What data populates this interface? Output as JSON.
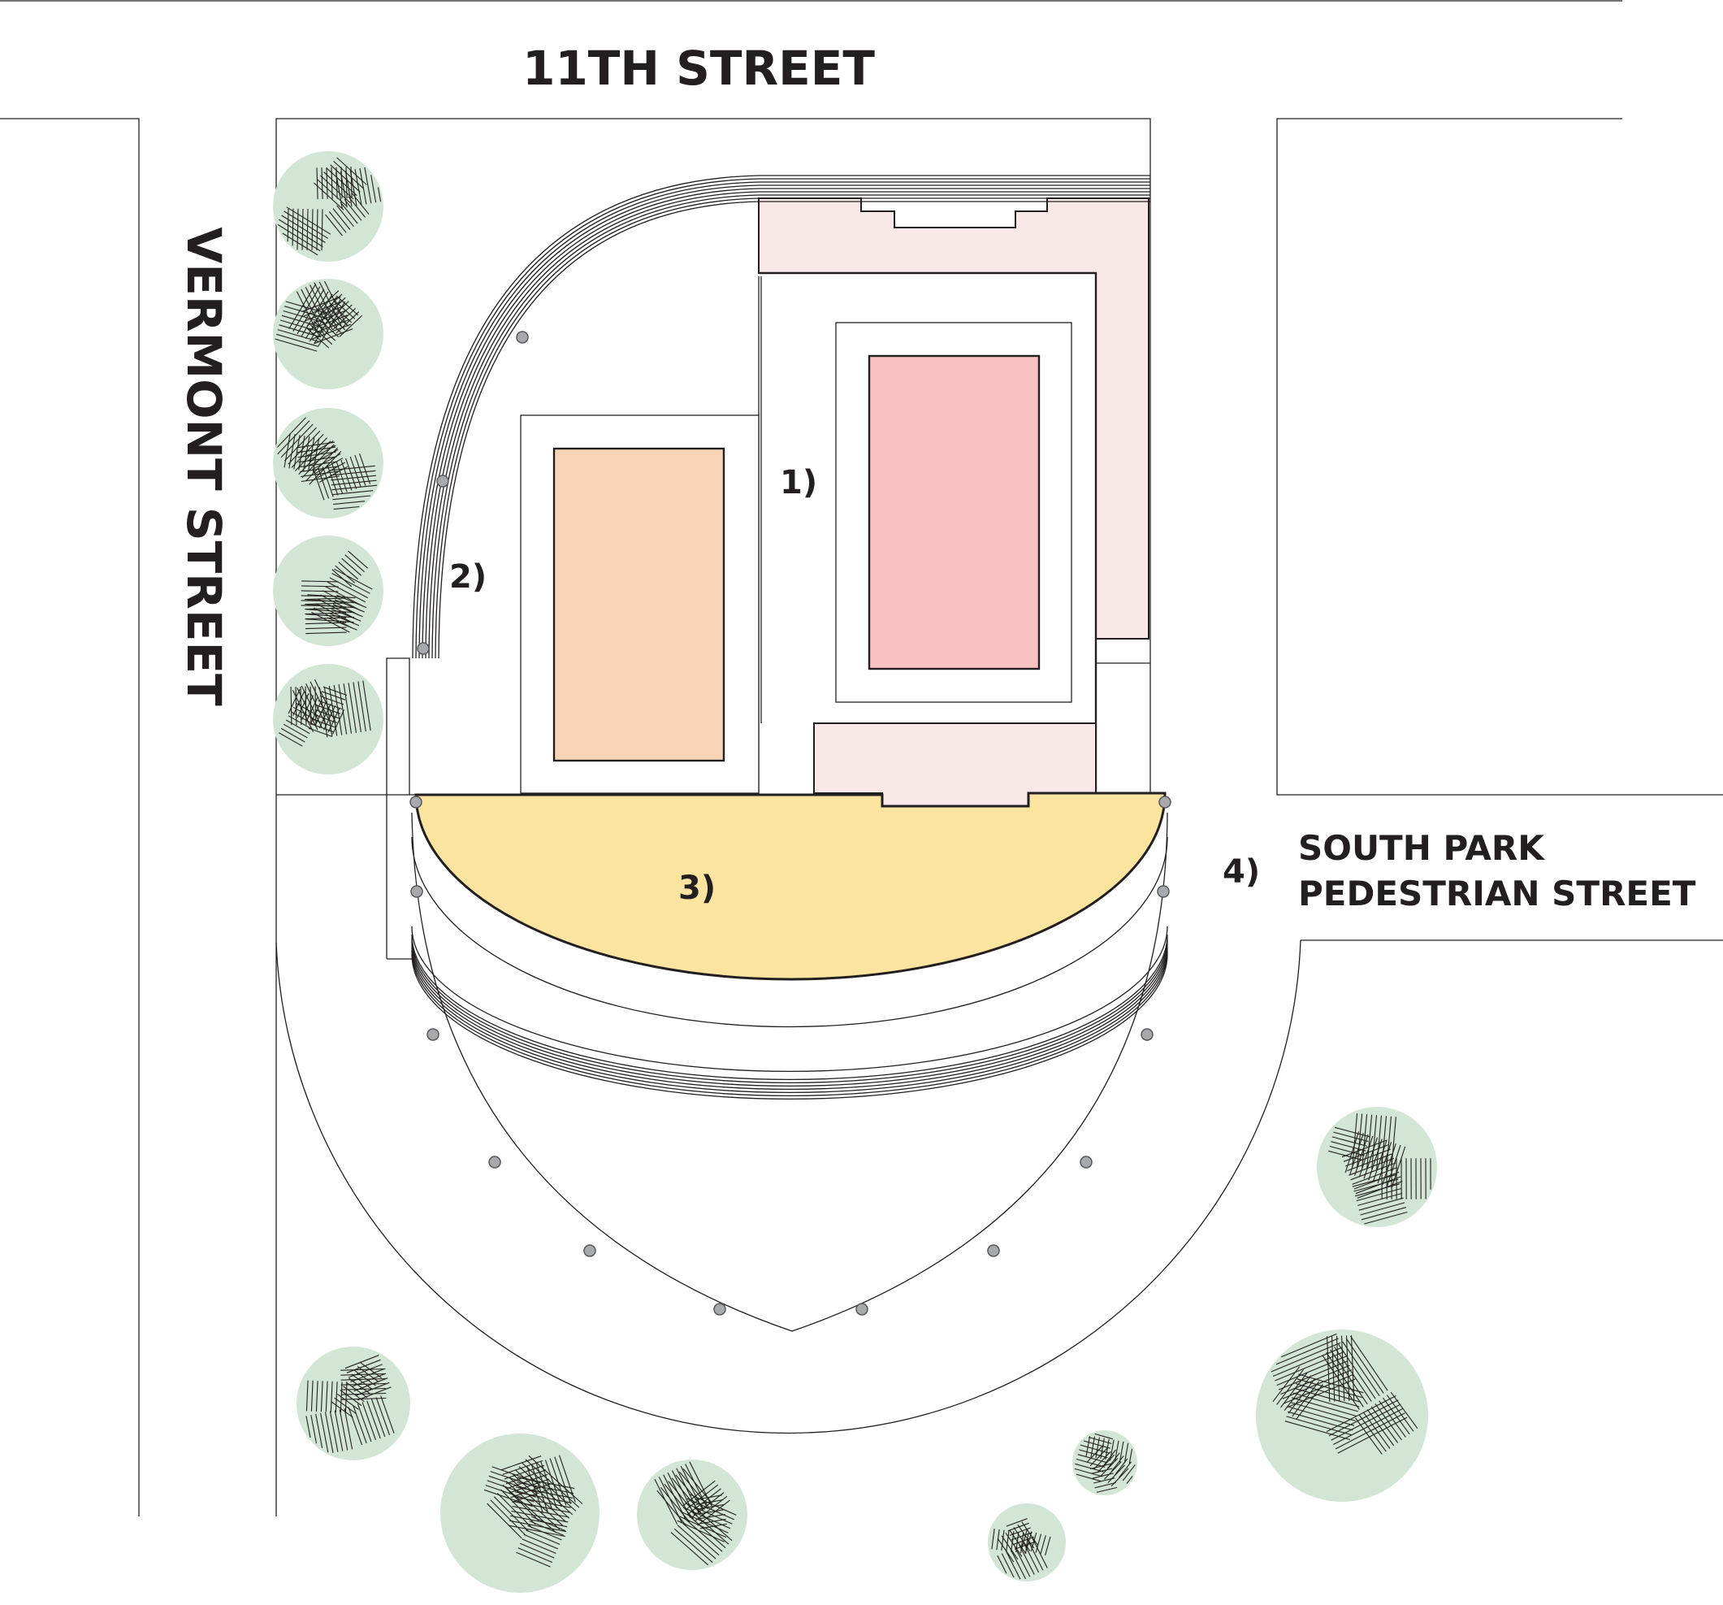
{
  "labels": {
    "north_street": "11TH STREET",
    "west_street": "VERMONT STREET",
    "east_street_line1": "SOUTH PARK",
    "east_street_line2": "PEDESTRIAN STREET"
  },
  "zones": [
    {
      "id": "zone-1",
      "label": "1)"
    },
    {
      "id": "zone-2",
      "label": "2)"
    },
    {
      "id": "zone-3",
      "label": "3)"
    },
    {
      "id": "zone-4",
      "label": "4)"
    }
  ],
  "colors": {
    "line": "#231f20",
    "tree_fill": "#d3e6d5",
    "building_pink_light": "#f9e8e8",
    "building_pink": "#f8c1c2",
    "building_orange": "#f8d5b8",
    "plaza_yellow": "#fbe3a0",
    "bollard": "#a7a9ac"
  },
  "icons": {
    "tree": "tree-canopy-icon",
    "bollard": "bollard-icon"
  }
}
